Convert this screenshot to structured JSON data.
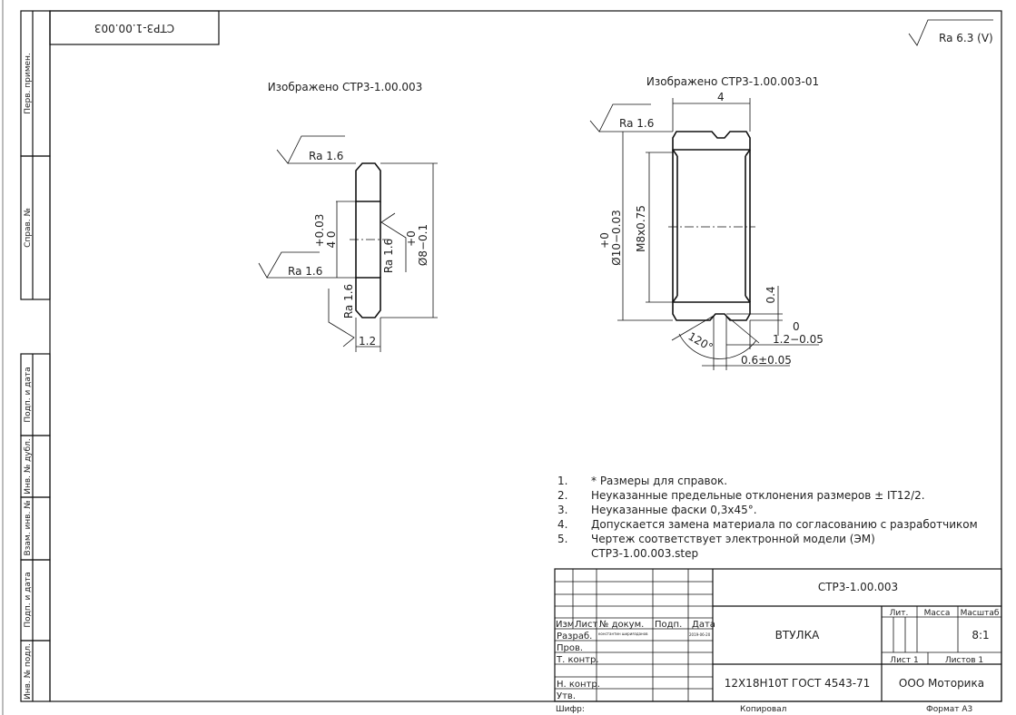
{
  "stamp_rotated": "СТР3-1.00.003",
  "roughness_general": "Ra 6.3 (V)",
  "side_strip": [
    "Перв. примен.",
    "Справ. №",
    "Подп. и дата",
    "Инв. № дубл.",
    "Взам. инв. №",
    "Подп. и дата",
    "Инв. № подл."
  ],
  "view_left": {
    "caption": "Изображено СТР3-1.00.003",
    "ra_top": "Ra 1.6",
    "ra_left": "Ra 1.6",
    "ra_inner": "Ra 1.6",
    "ra_face": "Ra 1.6",
    "dim_hole_tol": "+0.03",
    "dim_hole": "4 0",
    "dim_outer_tol": "+0",
    "dim_outer": "Ø8−0.1",
    "dim_width": "1.2"
  },
  "view_right": {
    "caption": "Изображено СТР3-1.00.003-01",
    "dim_width": "4",
    "ra_top": "Ra 1.6",
    "dim_outer_tol": "+0",
    "dim_outer": "Ø10−0.03",
    "dim_thread": "M8x0.75",
    "dim_depth": "0.4",
    "dim_groove_tol": "0",
    "dim_groove": "1.2−0.05",
    "dim_angle": "120°",
    "dim_groove_width": "0.6±0.05"
  },
  "notes": [
    {
      "num": "1.",
      "text": "* Размеры для справок."
    },
    {
      "num": "2.",
      "text": "Неуказанные предельные отклонения размеров ± IT12/2."
    },
    {
      "num": "3.",
      "text": "Неуказанные фаски 0,3х45°."
    },
    {
      "num": "4.",
      "text": "Допускается замена материала по согласованию с разработчиком"
    },
    {
      "num": "5.",
      "text": "Чертеж соответствует электронной модели (ЭМ)",
      "text2": "СТР3-1.00.003.step"
    }
  ],
  "title_block": {
    "designation": "СТР3-1.00.003",
    "name": "ВТУЛКА",
    "material": "12Х18Н10Т ГОСТ 4543-71",
    "company": "ООО Моторика",
    "headers": {
      "izm": "Изм.",
      "list": "Лист",
      "doc": "№ докум.",
      "sign": "Подп.",
      "date": "Дата"
    },
    "roles": [
      "Разраб.",
      "Пров.",
      "Т. контр.",
      "Н. контр.",
      "Утв."
    ],
    "developer": "константин шириязданов",
    "dev_date": "2019-06-20",
    "lit_label": "Лит.",
    "mass_label": "Масса",
    "scale_label": "Масштаб",
    "scale": "8:1",
    "sheet": "Лист 1",
    "sheets": "Листов 1"
  },
  "footer": {
    "cipher": "Шифр:",
    "copied": "Копировал",
    "format": "Формат А3"
  }
}
